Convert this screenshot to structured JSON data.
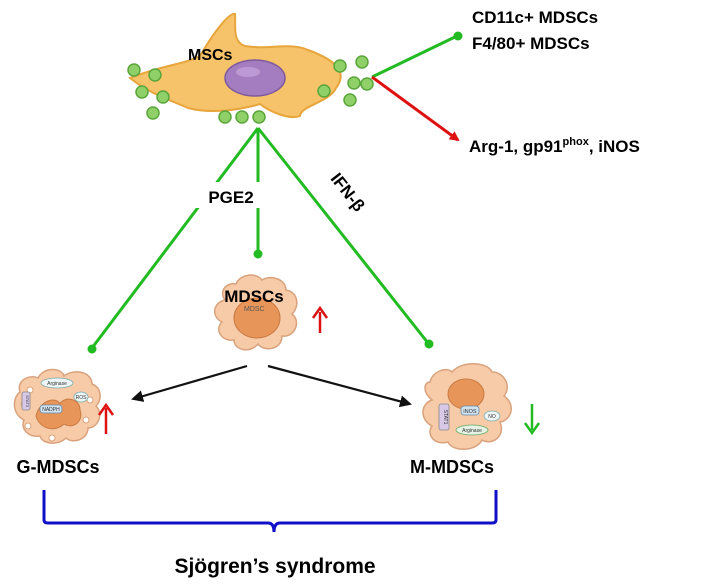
{
  "labels": {
    "mscs": "MSCs",
    "cd11c": "CD11c+ MDSCs",
    "f480": "F4/80+ MDSCs",
    "arg_pre": "Arg-1, gp91",
    "arg_sup": "phox",
    "arg_post": ", iNOS",
    "pge2": "PGE2",
    "ifnb": "IFN-β",
    "mdscs": "MDSCs",
    "mdsc_small": "MDSC",
    "g_mdscs": "G-MDSCs",
    "m_mdscs": "M-MDSCs",
    "syndrome": "Sjögren’s syndrome"
  },
  "g_cell_labels": {
    "arginase": "Arginase",
    "ros": "ROS",
    "stat3": "STAT3",
    "nadph": "NADPH"
  },
  "m_cell_labels": {
    "stat1": "STAT1",
    "inos": "iNOS",
    "no": "NO",
    "arginase": "Arginase"
  },
  "trends": {
    "mdscs": "up",
    "g_mdscs": "up",
    "m_mdscs": "down"
  },
  "colors": {
    "promote": "#22bb22",
    "inhibit": "#dd1111",
    "arrow_black": "#111111",
    "brace": "#1010c8",
    "msc_body": "#f6c36a",
    "msc_nucleus": "#a47cc0",
    "vesicle": "#8fd168",
    "mdsc_body": "#f7cba8",
    "mdsc_nucleus": "#e8955a"
  }
}
